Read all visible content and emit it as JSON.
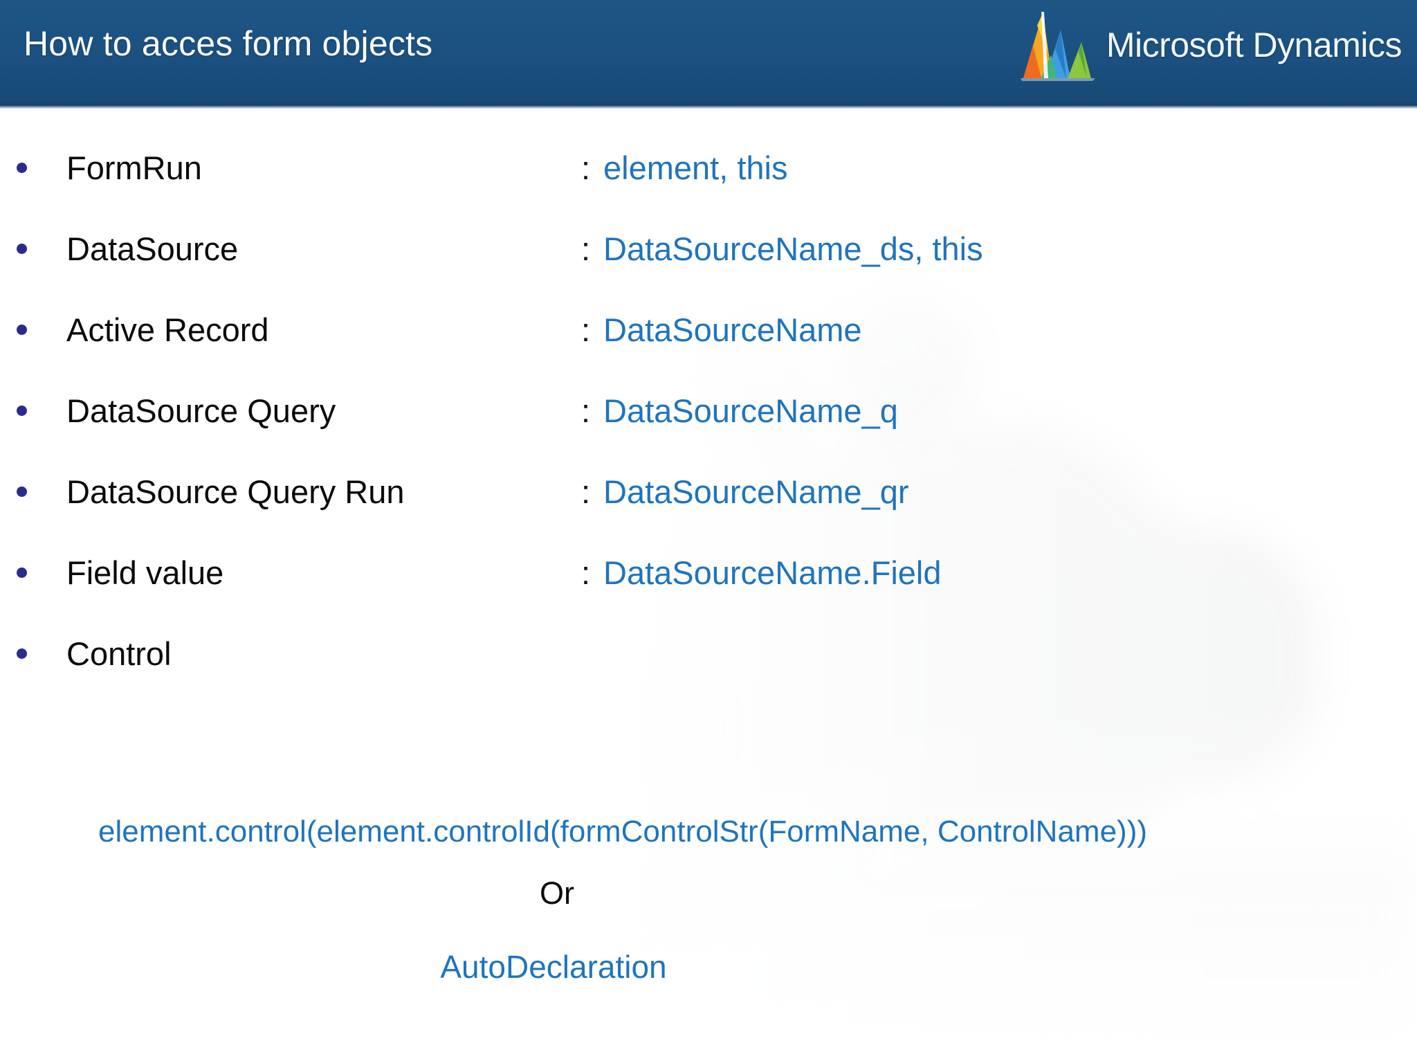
{
  "header": {
    "title": "How to acces form objects",
    "background_color": "#1b5080",
    "title_color": "#ffffff",
    "logo": {
      "icon_name": "microsoft-dynamics-logo",
      "text": "Microsoft Dynamics"
    }
  },
  "theme": {
    "accent_blue": "#1f74bd",
    "bullet_color": "#2b2b8f",
    "text_color": "#0a0a0a",
    "background": "#ffffff"
  },
  "body": {
    "separator": ":",
    "rows": [
      {
        "label": "FormRun",
        "value": "element, this"
      },
      {
        "label": "DataSource",
        "value": "DataSourceName_ds, this"
      },
      {
        "label": "Active Record",
        "value": "DataSourceName"
      },
      {
        "label": "DataSource Query",
        "value": "DataSourceName_q"
      },
      {
        "label": "DataSource Query Run",
        "value": "DataSourceName_qr"
      },
      {
        "label": "Field value",
        "value": "DataSourceName.Field"
      },
      {
        "label": "Control",
        "value": ""
      }
    ],
    "code_line": "element.control(element.controlId(formControlStr(FormName, ControlName)))",
    "or_label": "Or",
    "alternative": "AutoDeclaration"
  }
}
